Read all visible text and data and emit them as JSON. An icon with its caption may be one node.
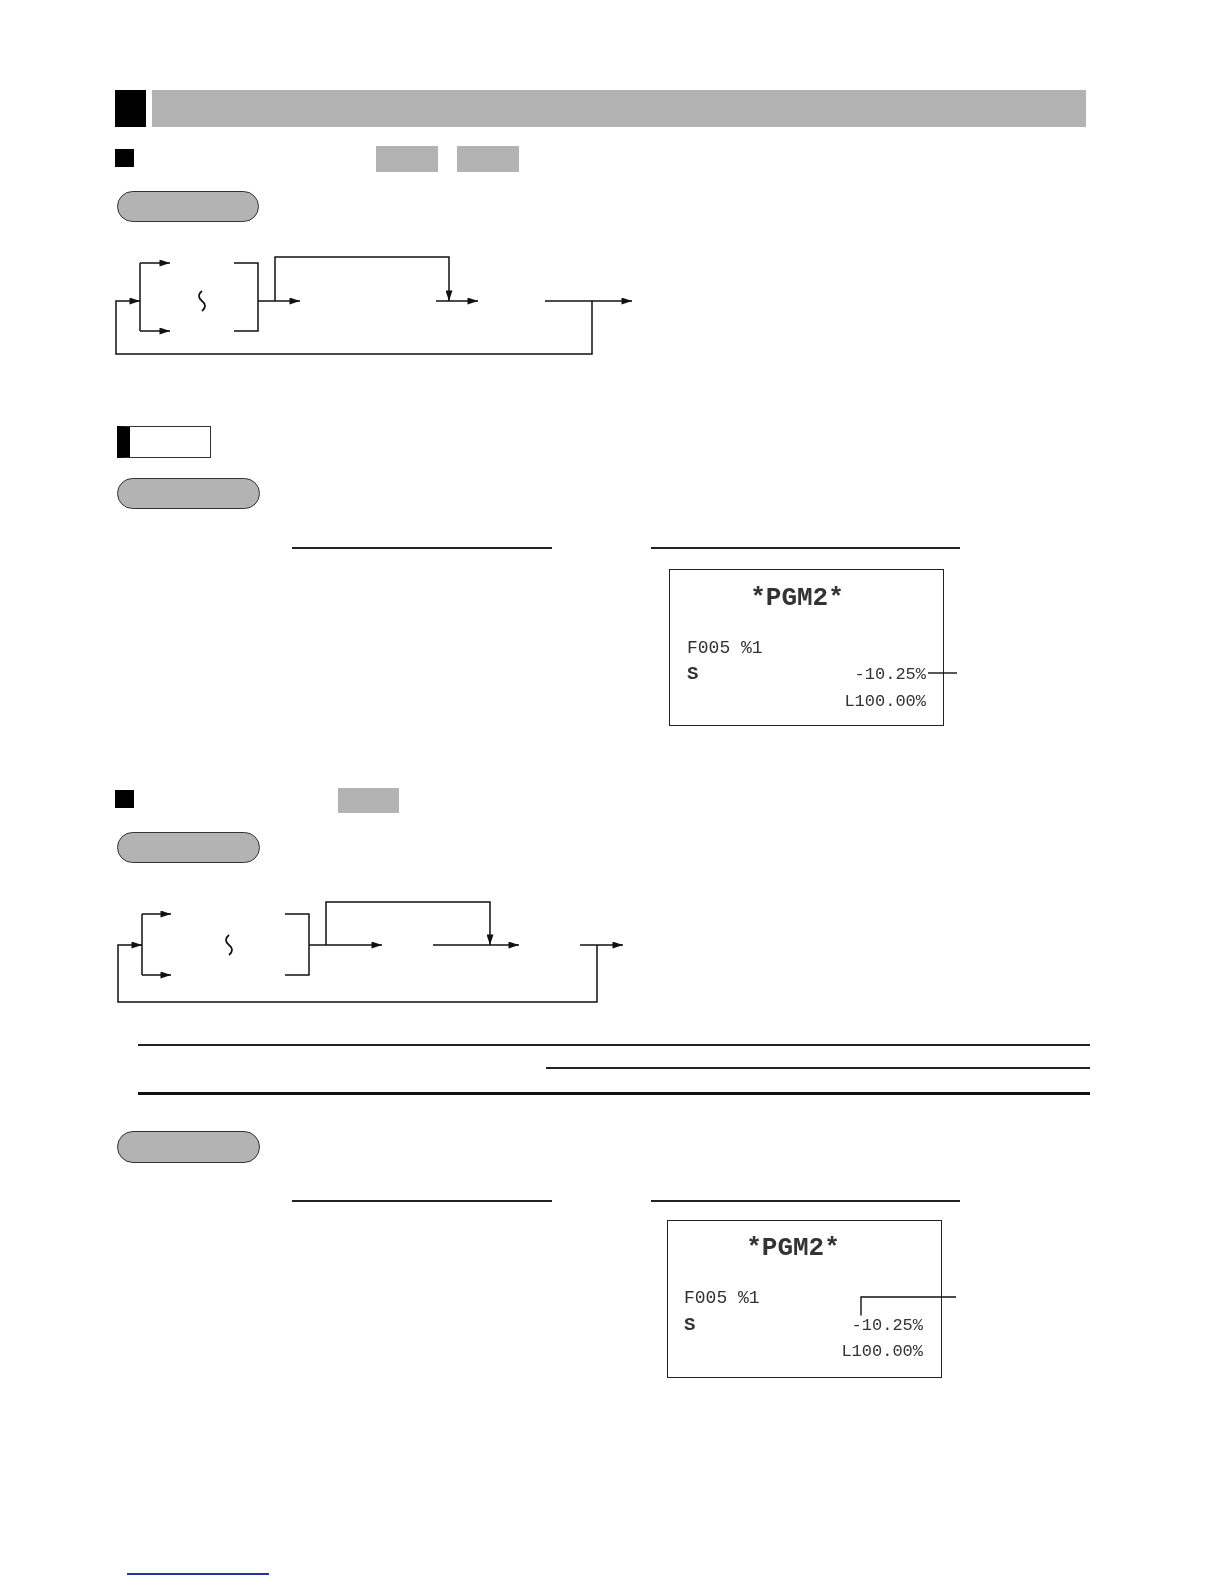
{
  "diagram": {
    "nodes": [
      {
        "text": [],
        "shape": "bar"
      },
      {
        "text": [],
        "shape": "box"
      },
      {
        "text": [],
        "shape": "box"
      },
      {
        "text": [],
        "shape": "box"
      },
      {
        "text": [
          "*PGM2*",
          "F005 %1",
          "S",
          "L100.00%"
        ]
      },
      {
        "text": [
          "-10.25%"
        ],
        "in": 4
      },
      {
        "text": [],
        "shape": "box"
      },
      {
        "text": [],
        "shape": "box"
      },
      {
        "text": [
          "*PGM2*",
          "F005 %1",
          "S",
          "L100.00%"
        ]
      },
      {
        "text": [
          "-10.25%"
        ],
        "in": 8
      }
    ],
    "edges": [
      {
        "from": null,
        "to": 5,
        "arrow": "none"
      },
      {
        "from": null,
        "to": 9,
        "arrow": "none"
      }
    ]
  }
}
